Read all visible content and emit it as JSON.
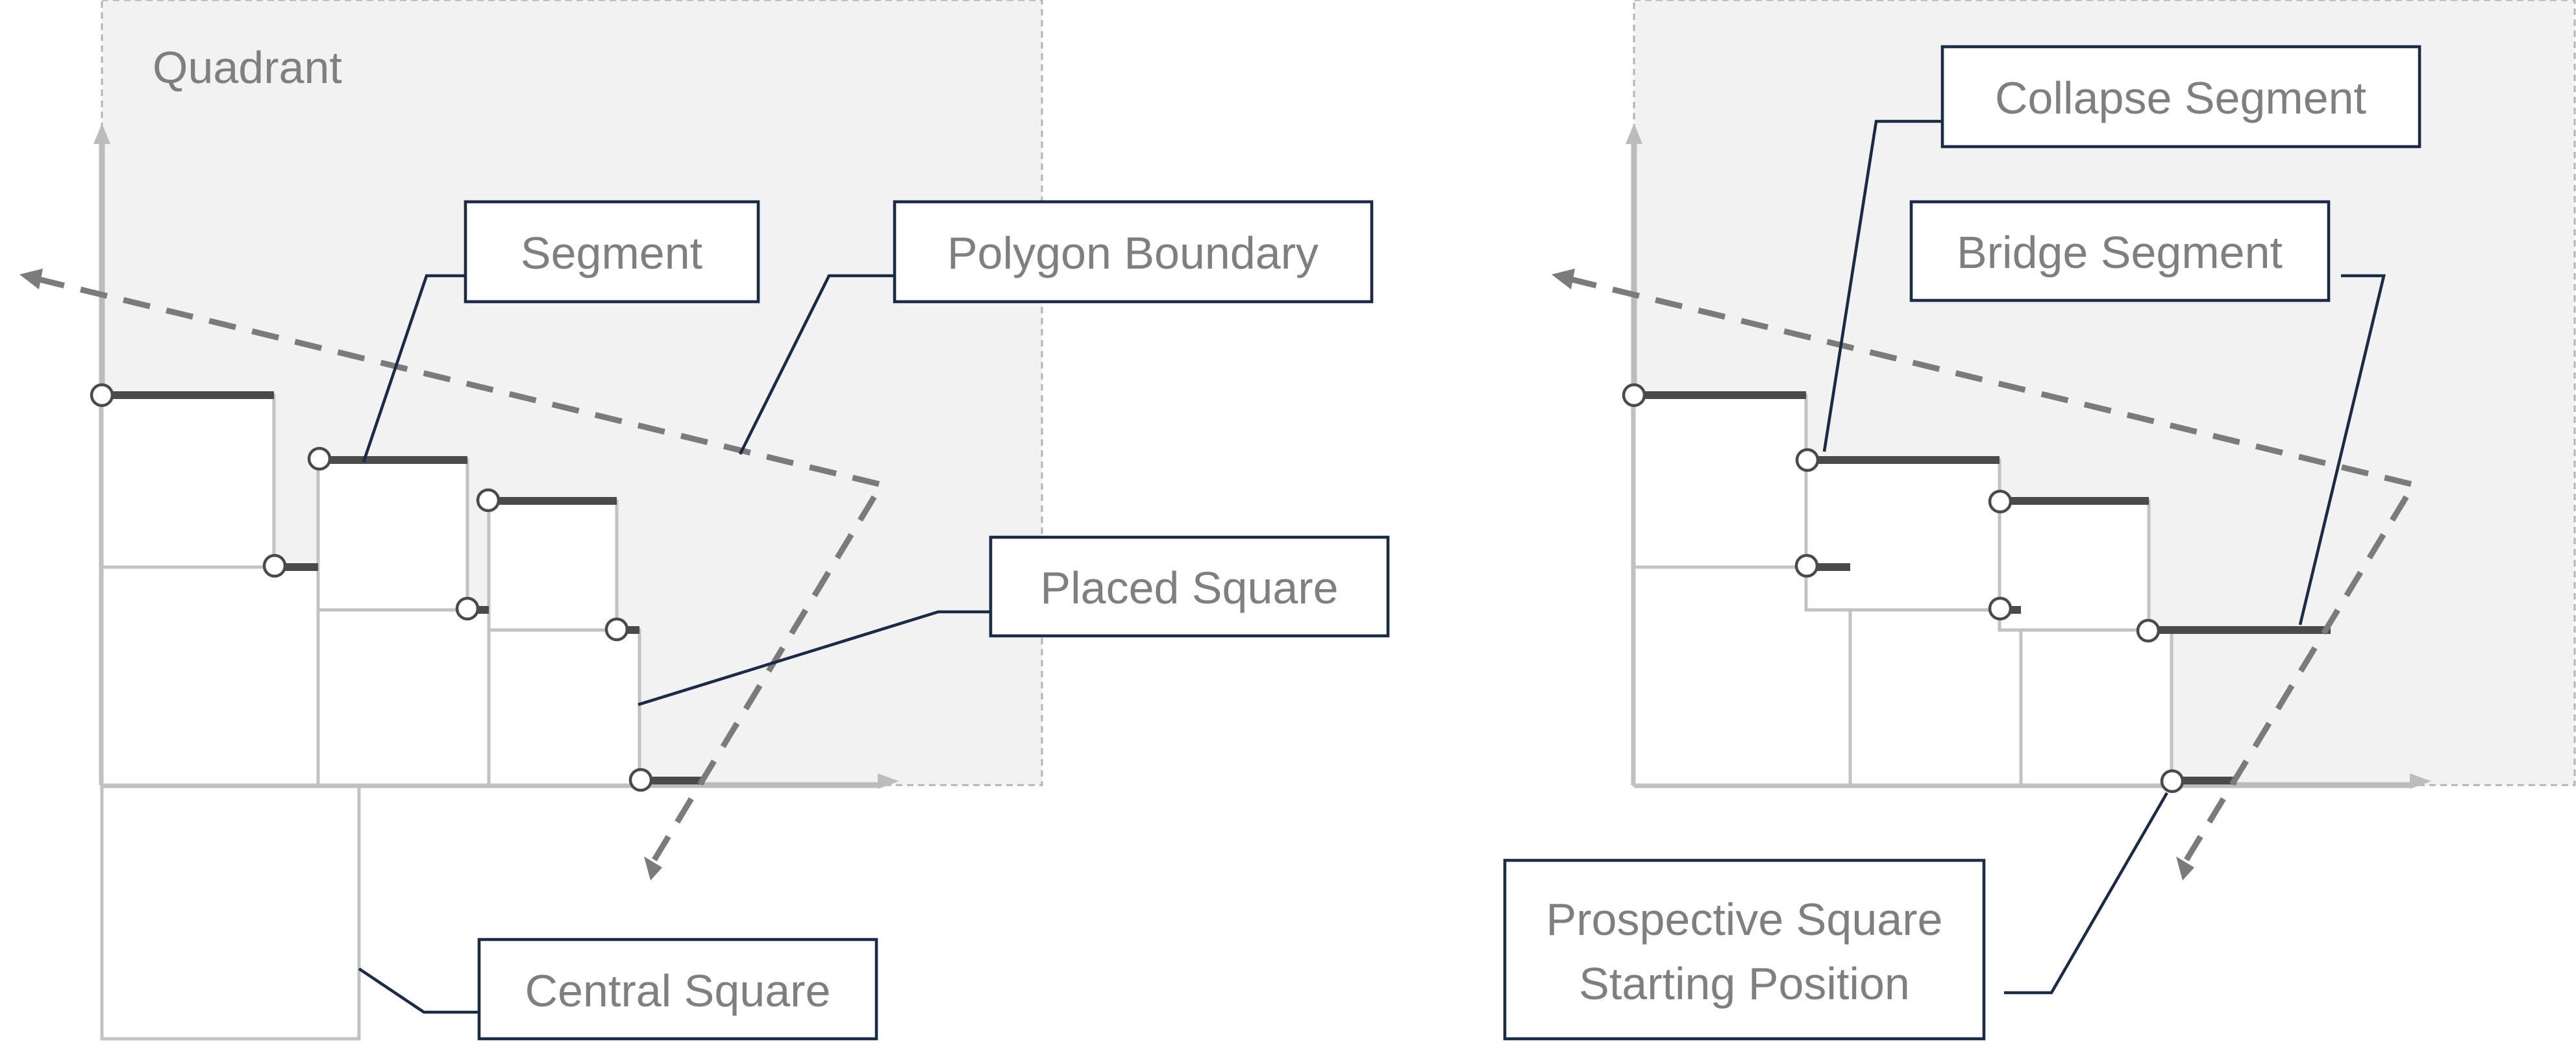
{
  "labels": {
    "quadrant": "Quadrant",
    "segment": "Segment",
    "polygon_boundary": "Polygon Boundary",
    "placed_square": "Placed Square",
    "central_square": "Central Square",
    "collapse_segment": "Collapse Segment",
    "bridge_segment": "Bridge Segment",
    "prospective_line1": "Prospective Square",
    "prospective_line2": "Starting Position"
  },
  "colors": {
    "box_border": "#1c2b45",
    "label_text": "#7f7f7f",
    "quadrant_fill": "#f2f2f2",
    "segment": "#4a4a4a",
    "boundary": "#7b7b7b",
    "axis": "#bcbcbc"
  }
}
